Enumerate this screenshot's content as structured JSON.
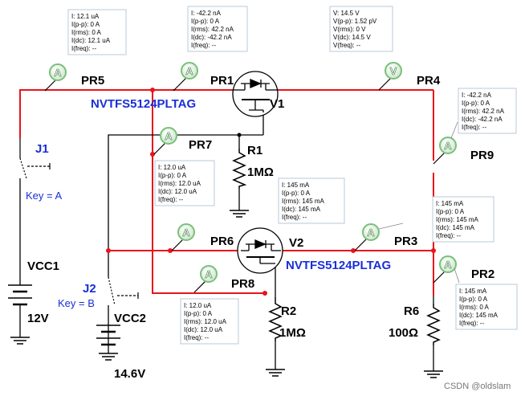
{
  "colors": {
    "red_wire": "#e8141c",
    "black_wire": "#000000",
    "probe_green": "#7bbf7b",
    "part_blue": "#1a2fd6",
    "box_border": "#b8c8d8"
  },
  "probes": {
    "pr5": {
      "label": "PR5",
      "icon": "A",
      "lines": [
        "I: 12.1 uA",
        "I(p-p): 0 A",
        "I(rms): 0 A",
        "I(dc): 12.1 uA",
        "I(freq): --"
      ]
    },
    "pr1": {
      "label": "PR1",
      "icon": "A",
      "lines": [
        "I: -42.2 nA",
        "I(p-p): 0 A",
        "I(rms): 42.2 nA",
        "I(dc): -42.2 nA",
        "I(freq): --"
      ]
    },
    "pr4": {
      "label": "PR4",
      "icon": "V",
      "lines": [
        "V: 14.5 V",
        "V(p-p): 1.52 pV",
        "V(rms): 0 V",
        "V(dc): 14.5 V",
        "V(freq): --"
      ]
    },
    "pr9": {
      "label": "PR9",
      "icon": "A",
      "lines": [
        "I: -42.2 nA",
        "I(p-p): 0 A",
        "I(rms): 42.2 nA",
        "I(dc): -42.2 nA",
        "I(freq): --"
      ]
    },
    "pr7": {
      "label": "PR7",
      "icon": "A",
      "lines": [
        "I: 12.0 uA",
        "I(p-p): 0 A",
        "I(rms): 12.0 uA",
        "I(dc): 12.0 uA",
        "I(freq): --"
      ]
    },
    "pr6": {
      "label": "PR6",
      "icon": "A",
      "lines": [
        "I: 145 mA",
        "I(p-p): 0 A",
        "I(rms): 145 mA",
        "I(dc): 145 mA",
        "I(freq): --"
      ]
    },
    "pr3": {
      "label": "PR3",
      "icon": "A",
      "lines": [
        "I: 145 mA",
        "I(p-p): 0 A",
        "I(rms): 145 mA",
        "I(dc): 145 mA",
        "I(freq): --"
      ]
    },
    "pr2": {
      "label": "PR2",
      "icon": "A",
      "lines": [
        "I: 145 mA",
        "I(p-p): 0 A",
        "I(rms): 0 A",
        "I(dc): 145 mA",
        "I(freq): --"
      ]
    },
    "pr8": {
      "label": "PR8",
      "icon": "A",
      "lines": [
        "I: 12.0 uA",
        "I(p-p): 0 A",
        "I(rms): 12.0 uA",
        "I(dc): 12.0 uA",
        "I(freq): --"
      ]
    }
  },
  "components": {
    "v1": {
      "name": "V1",
      "part": "NVTFS5124PLTAG"
    },
    "v2": {
      "name": "V2",
      "part": "NVTFS5124PLTAG"
    },
    "r1": {
      "name": "R1",
      "value": "1MΩ"
    },
    "r2": {
      "name": "R2",
      "value": "1MΩ"
    },
    "r6": {
      "name": "R6",
      "value": "100Ω"
    },
    "j1": {
      "name": "J1",
      "key": "Key = A"
    },
    "j2": {
      "name": "J2",
      "key": "Key = B"
    },
    "vcc1": {
      "name": "VCC1",
      "value": "12V"
    },
    "vcc2": {
      "name": "VCC2",
      "value": "14.6V"
    }
  },
  "watermark": "CSDN @oldslam"
}
